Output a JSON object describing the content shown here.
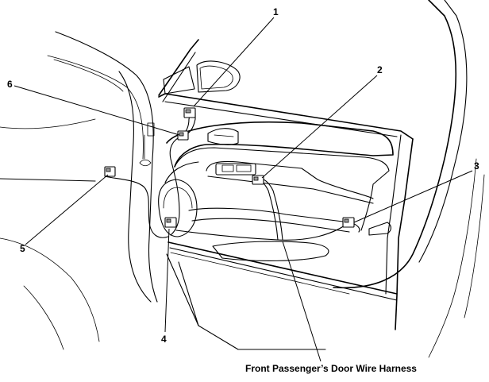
{
  "callouts": {
    "c1": "1",
    "c2": "2",
    "c3": "3",
    "c4": "4",
    "c5": "5",
    "c6": "6"
  },
  "caption": "Front Passenger’s Door Wire Harness"
}
